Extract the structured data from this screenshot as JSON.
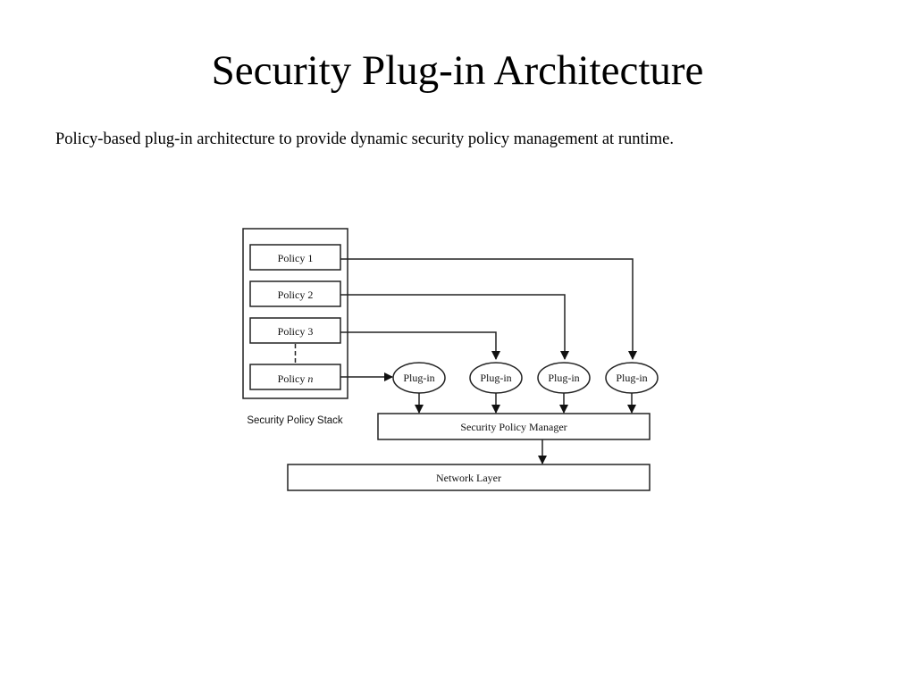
{
  "slide": {
    "title": "Security Plug-in Architecture",
    "subtitle": "Policy-based plug-in architecture to provide dynamic security policy management at runtime."
  },
  "diagram": {
    "stack_label": "Security Policy Stack",
    "policies": [
      {
        "prefix": "Policy",
        "suffix": "1"
      },
      {
        "prefix": "Policy",
        "suffix": "2"
      },
      {
        "prefix": "Policy",
        "suffix": "3"
      },
      {
        "prefix": "Policy",
        "suffix": "n"
      }
    ],
    "plugins": [
      "Plug-in",
      "Plug-in",
      "Plug-in",
      "Plug-in"
    ],
    "manager_label": "Security Policy Manager",
    "network_label": "Network Layer"
  }
}
